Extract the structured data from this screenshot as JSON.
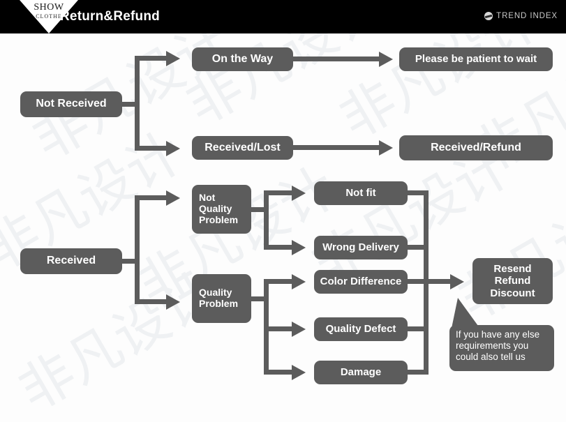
{
  "header": {
    "logo_top": "SHOW",
    "logo_bottom": "CLOTHE",
    "title": "Return&Refund",
    "brand_right": "TREND INDEX",
    "brand_icon": "globe-icon",
    "background": "#000000",
    "text_color": "#ffffff"
  },
  "theme": {
    "node_fill": "#5c5c5c",
    "node_text": "#ffffff",
    "page_background": "#fdfdfd",
    "connector": "#5c5c5c",
    "watermark_color": "#eff1f3"
  },
  "watermark": {
    "text": "非凡设计",
    "repeats": 9
  },
  "flow": {
    "top_section": {
      "root": "Not Received",
      "branches": [
        {
          "stage": "On the Way",
          "result": "Please be patient to wait"
        },
        {
          "stage": "Received/Lost",
          "result": "Received/Refund"
        }
      ]
    },
    "bottom_section": {
      "root": "Received",
      "categories": [
        {
          "label": "Not Quality\nProblem",
          "line1": "Not",
          "line2": "Quality",
          "line3": "Problem",
          "reasons": [
            "Not fit",
            "Wrong Delivery"
          ]
        },
        {
          "label": "Quality\nProblem",
          "line1": "Quality",
          "line2": "Problem",
          "line3": "",
          "reasons": [
            "Color Difference",
            "Quality Defect",
            "Damage"
          ]
        }
      ],
      "reason_boxes": [
        "Not fit",
        "Wrong Delivery",
        "Color Difference",
        "Quality Defect",
        "Damage"
      ],
      "outcome": {
        "line1": "Resend",
        "line2": "Refund",
        "line3": "Discount"
      },
      "note": {
        "line1": "If you have any else",
        "line2": "requirements you",
        "line3": "could also tell us"
      }
    }
  }
}
